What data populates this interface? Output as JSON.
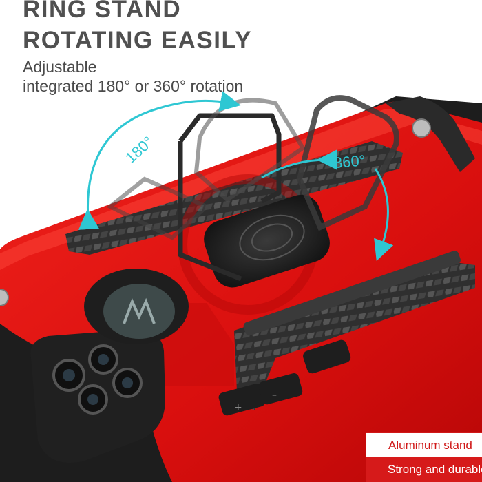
{
  "headline": {
    "line1": "RING STAND",
    "line2": "ROTATING EASILY"
  },
  "subtitle": {
    "line1": "Adjustable",
    "line2": "integrated 180° or 360° rotation"
  },
  "annotations": {
    "angle_a": "180°",
    "angle_b": "360°"
  },
  "badges": {
    "material": "Aluminum stand",
    "durability": "Strong and durable"
  },
  "colors": {
    "case_red": "#e0100f",
    "arrow_cyan": "#2ec7d3",
    "badge_red": "#d61a1a",
    "heading_gray": "#505050"
  }
}
